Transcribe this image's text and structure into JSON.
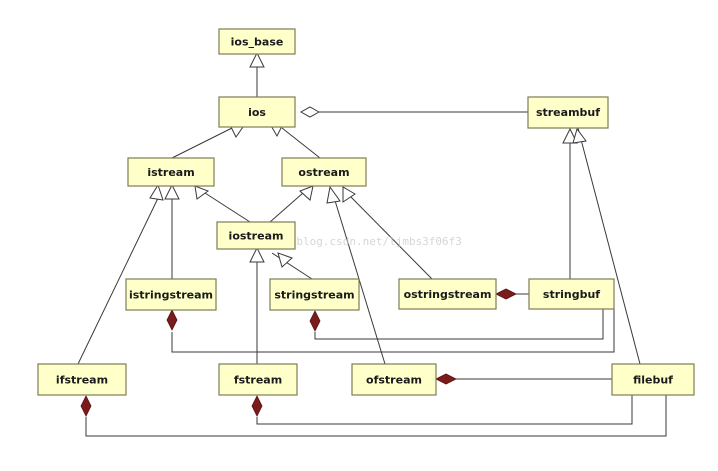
{
  "classes": {
    "ios_base": "ios_base",
    "ios": "ios",
    "streambuf": "streambuf",
    "istream": "istream",
    "ostream": "ostream",
    "iostream": "iostream",
    "istringstream": "istringstream",
    "stringstream": "stringstream",
    "ostringstream": "ostringstream",
    "stringbuf": "stringbuf",
    "ifstream": "ifstream",
    "fstream": "fstream",
    "ofstream": "ofstream",
    "filebuf": "filebuf"
  },
  "watermark": "http://blog.csdn.net/ljmbs3f06f3",
  "colors": {
    "box_fill": "#ffffc9",
    "box_border": "#7d7d58",
    "composition": "#7a1c1c"
  }
}
